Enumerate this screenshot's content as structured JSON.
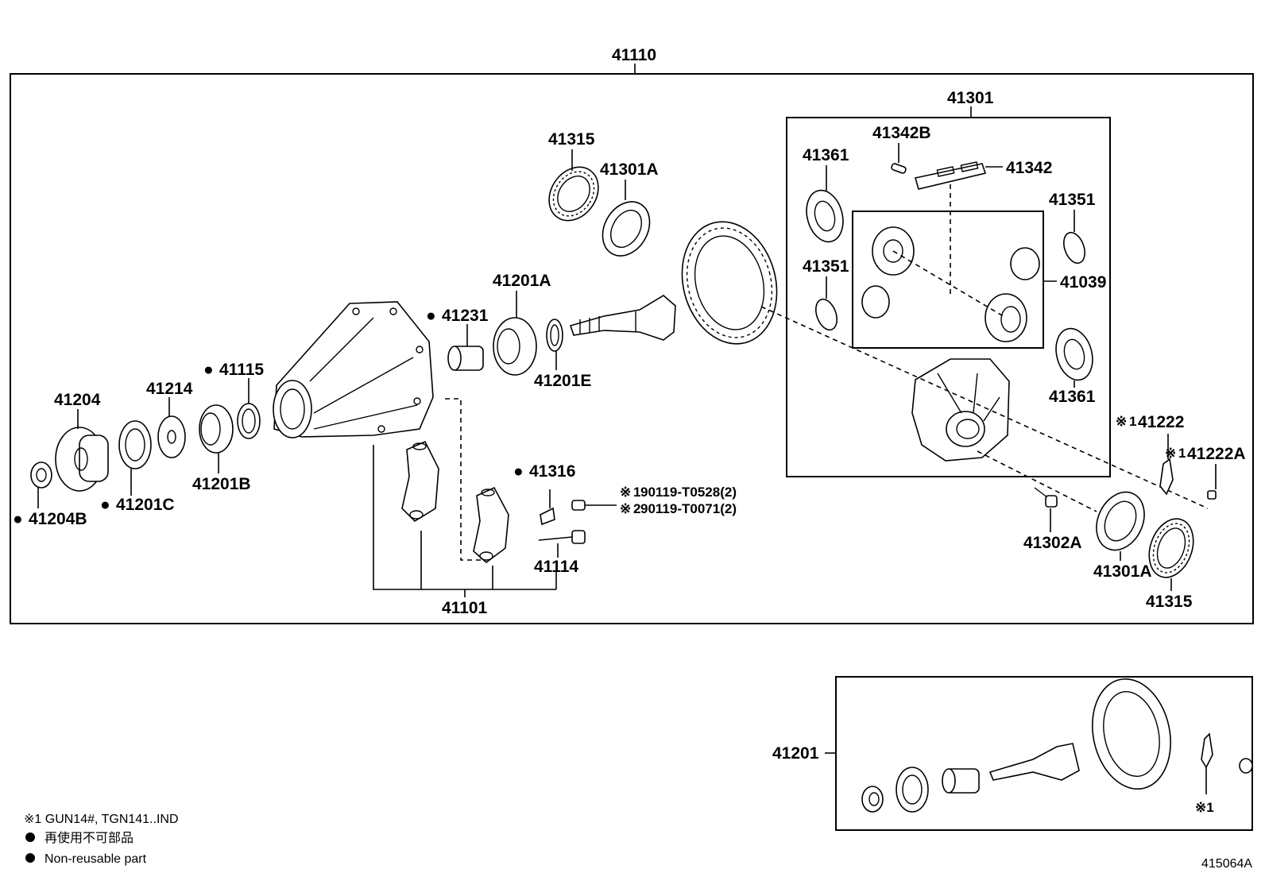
{
  "labels": {
    "p41110": "41110",
    "p41301": "41301",
    "p41315_top": "41315",
    "p41301A_top": "41301A",
    "p41342B": "41342B",
    "p41342": "41342",
    "p41361_top": "41361",
    "p41351_right": "41351",
    "p41351_left": "41351",
    "p41039": "41039",
    "p41361_bottom": "41361",
    "p41201A": "41201A",
    "p41231": "41231",
    "p41201E": "41201E",
    "p41115": "41115",
    "p41214": "41214",
    "p41204": "41204",
    "p41201B": "41201B",
    "p41201C": "41201C",
    "p41204B": "41204B",
    "p41316": "41316",
    "note1": "90119-T0528(2)",
    "note2": "90119-T0071(2)",
    "p41114": "41114",
    "p41101": "41101",
    "p41222": "41222",
    "p41222A": "41222A",
    "p41302A": "41302A",
    "p41301A_bottom": "41301A",
    "p41315_bottom": "41315",
    "p41201": "41201",
    "mark1_sub": "※1",
    "diagram_code": "415064A"
  },
  "markers": {
    "ref_mark": "※",
    "ref1": "1",
    "ref2": "2",
    "nonreusable": "●"
  },
  "legend": {
    "line1": "※1 GUN14#, TGN141..IND",
    "line2": "再使用不可部品",
    "line3": "Non-reusable part"
  }
}
